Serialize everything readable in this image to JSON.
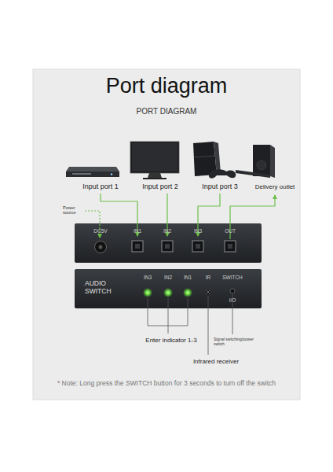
{
  "diagram": {
    "title": "Port diagram",
    "nodes": [
      {
        "text": [
          "DC5V",
          "IN1",
          "IN2",
          "IN3",
          "OUT"
        ]
      },
      {
        "text": [
          "AUDIO SWITCH",
          "IN3",
          "IN2",
          "IN1",
          "IR",
          "SWITCH",
          "I/O"
        ]
      }
    ],
    "labels": [
      "PORT DIAGRAM",
      "Input port 1",
      "Input port 2",
      "Input port 3",
      "Delivery outlet",
      "Power source",
      "Enter indicator 1-3",
      "Signal switching/power switch",
      "Infrared receiver",
      "* Note: Long press the SWITCH button for 3 seconds to turn off the switch"
    ]
  }
}
